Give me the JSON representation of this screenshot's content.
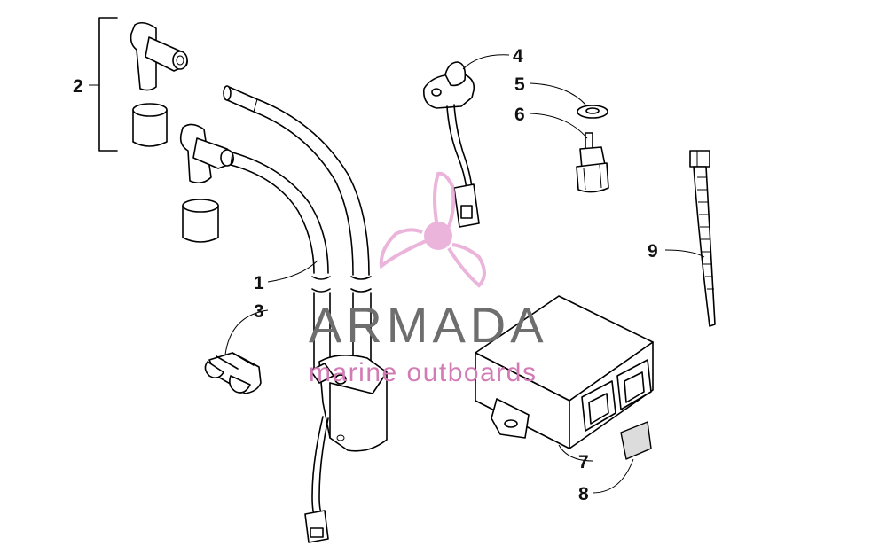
{
  "callouts": {
    "c1": "1",
    "c2": "2",
    "c3": "3",
    "c4": "4",
    "c5": "5",
    "c6": "6",
    "c7": "7",
    "c8": "8",
    "c9": "9"
  },
  "watermark": {
    "brand": "ARMADA",
    "tagline": "marine outboards",
    "colors": {
      "brand": "#6e6e6e",
      "tagline": "#d27cb6",
      "logo": "#e8a8d4"
    }
  }
}
